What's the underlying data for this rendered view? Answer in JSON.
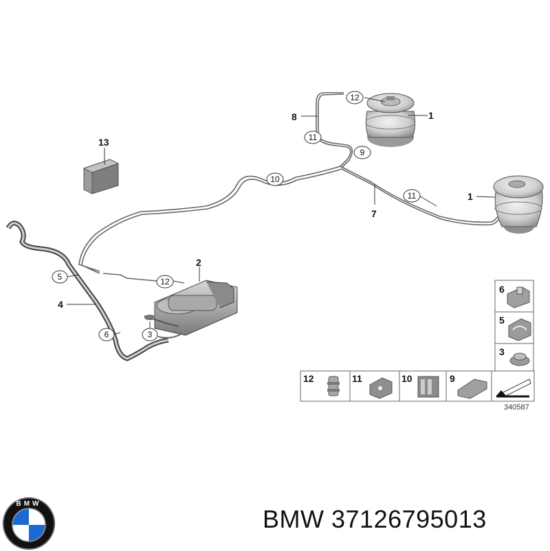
{
  "diagram": {
    "reference_number": "340587",
    "callouts": {
      "c1_top": "1",
      "c1_rear": "1",
      "c2": "2",
      "c4": "4",
      "c7": "7",
      "c8": "8",
      "c13": "13",
      "c3": "3",
      "c5": "5",
      "c6": "6",
      "c9": "9",
      "c10": "10",
      "c11_top": "11",
      "c11_right": "11",
      "c12_top": "12",
      "c12_comp": "12"
    },
    "parts_table": {
      "right_column": [
        "6",
        "5",
        "3"
      ],
      "bottom_row": [
        "12",
        "11",
        "10",
        "9"
      ]
    }
  },
  "caption": {
    "brand": "BMW",
    "part_number": "37126795013"
  },
  "logo": {
    "letters": "BMW",
    "colors": {
      "blue": "#1c69d4",
      "white": "#ffffff",
      "ring": "#111111"
    }
  }
}
